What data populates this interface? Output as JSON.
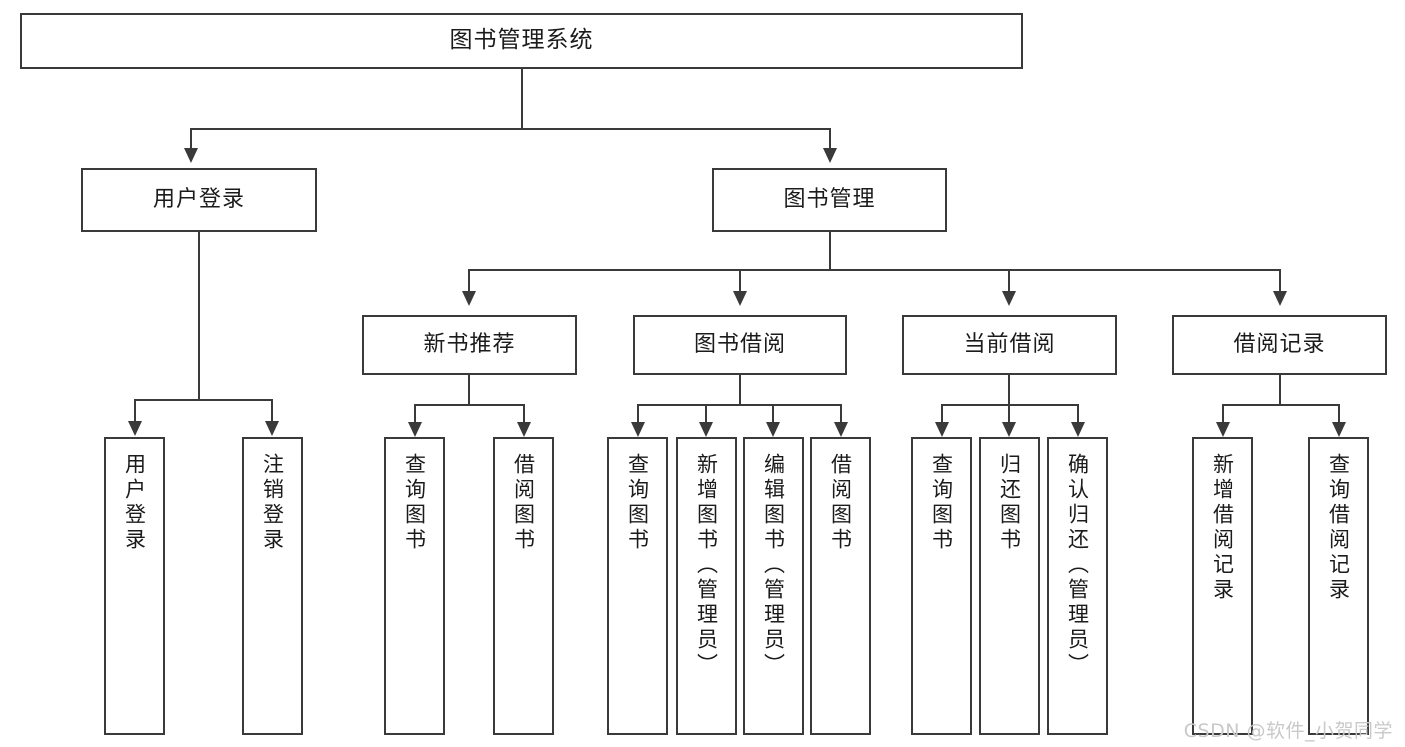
{
  "diagram": {
    "title": "图书管理系统",
    "watermark": "CSDN @软件_小贺同学",
    "levels": {
      "root": {
        "label": "图书管理系统"
      },
      "level2": [
        {
          "label": "用户登录"
        },
        {
          "label": "图书管理"
        }
      ],
      "level3": [
        {
          "label": "新书推荐"
        },
        {
          "label": "图书借阅"
        },
        {
          "label": "当前借阅"
        },
        {
          "label": "借阅记录"
        }
      ],
      "leaves": {
        "user_login": [
          {
            "label": "用户登录"
          },
          {
            "label": "注销登录"
          }
        ],
        "new_book_recommend": [
          {
            "label": "查询图书"
          },
          {
            "label": "借阅图书"
          }
        ],
        "book_borrow": [
          {
            "label": "查询图书"
          },
          {
            "label": "新增图书（管理员）"
          },
          {
            "label": "编辑图书（管理员）"
          },
          {
            "label": "借阅图书"
          }
        ],
        "current_borrow": [
          {
            "label": "查询图书"
          },
          {
            "label": "归还图书"
          },
          {
            "label": "确认归还（管理员）"
          }
        ],
        "borrow_record": [
          {
            "label": "新增借阅记录"
          },
          {
            "label": "查询借阅记录"
          }
        ]
      }
    },
    "colors": {
      "stroke": "#3a3a3a",
      "text": "#1b1b1b",
      "background": "#ffffff",
      "watermark": "#c9c9c9"
    }
  }
}
